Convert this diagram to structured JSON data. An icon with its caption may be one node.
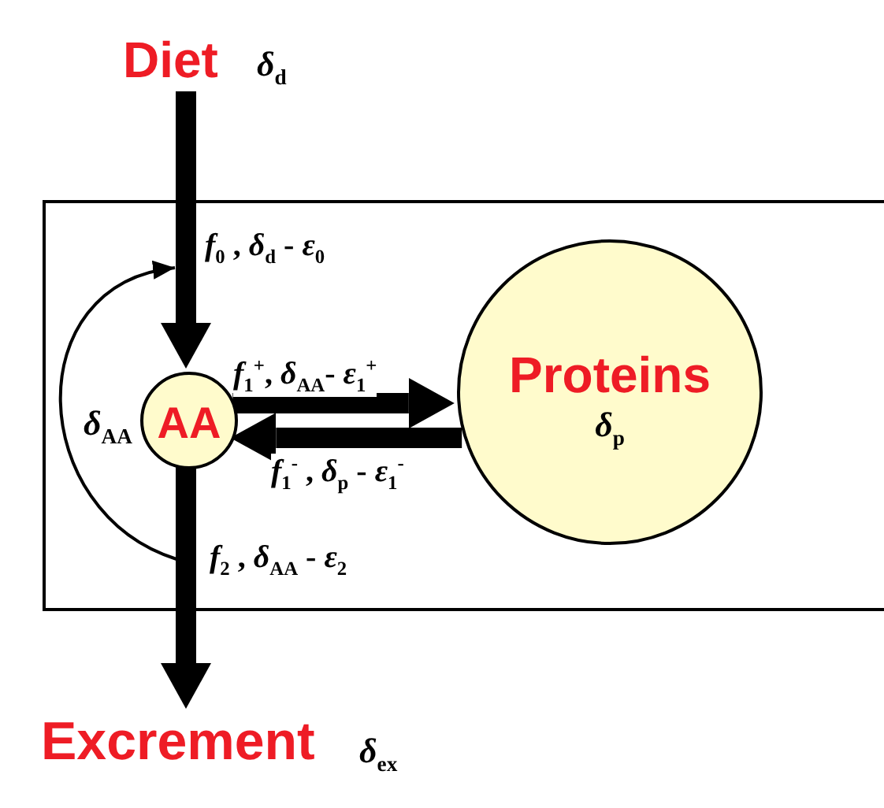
{
  "diagram": {
    "nodes": [
      {
        "text": [
          "Diet"
        ],
        "beside": [
          "*δ*$_{d}$"
        ]
      },
      {
        "text": [],
        "shape": "box"
      },
      {
        "text": [
          "AA"
        ],
        "in": 1,
        "beside": [
          "*δ*$_{AA}$"
        ]
      },
      {
        "text": [
          "Proteins",
          "*δ*$_{p}$"
        ],
        "in": 1
      },
      {
        "text": [
          "Excrement"
        ],
        "beside": [
          "*δ*$_{ex}$"
        ]
      }
    ],
    "edges": [
      {
        "from": 0,
        "to": 2,
        "arrow": "to",
        "label": "*f*$_{0}$ , *δ*$_{d}$ - *ε*$_{0}$"
      },
      {
        "from": 2,
        "to": 3,
        "arrow": "to",
        "label": "*f*$_{1}$$^{+}$, *δ*$_{AA}$- *ε*$_{1}$$^{+}$"
      },
      {
        "from": 3,
        "to": 2,
        "arrow": "to",
        "label": "*f*$_{1}$$^{-}$ , *δ*$_{p}$ - *ε*$_{1}$$^{-}$"
      },
      {
        "from": 2,
        "to": 4,
        "arrow": "to",
        "label": "*f*$_{2}$ , *δ*$_{AA}$ - *ε*$_{2}$"
      },
      {
        "from": 2,
        "to": 2,
        "arrow": "to"
      }
    ]
  }
}
